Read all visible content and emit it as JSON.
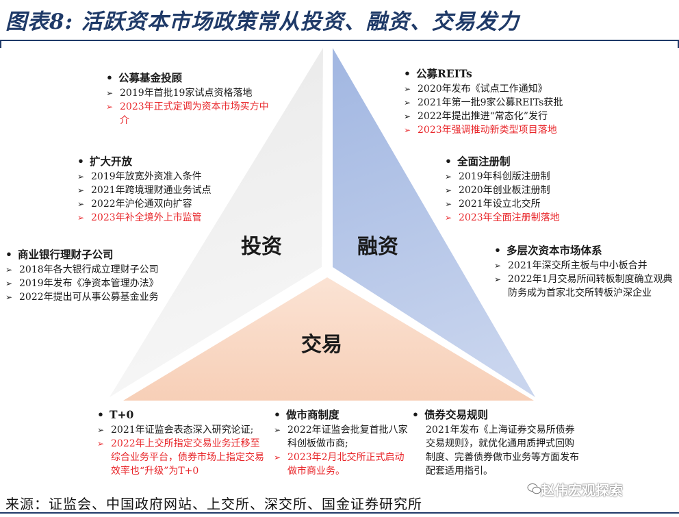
{
  "title": "图表8:  活跃资本市场政策常从投资、融资、交易发力",
  "colors": {
    "title": "#1f3a68",
    "invest": "#e6e6e6",
    "finance": "#a9bde3",
    "trade": "#f9d9c6",
    "highlight": "#e8262a"
  },
  "sections": {
    "invest": "投资",
    "finance": "融资",
    "trade": "交易"
  },
  "blocks": {
    "fund_advisory": {
      "heading": "公募基金投顾",
      "items": [
        {
          "text": "2019年首批19家试点资格落地",
          "red": false
        },
        {
          "text": "2023年正式定调为资本市场买方中介",
          "red": true
        }
      ]
    },
    "opening_up": {
      "heading": "扩大开放",
      "items": [
        {
          "text": "2019年放宽外资准入条件",
          "red": false
        },
        {
          "text": "2021年跨境理财通业务试点",
          "red": false
        },
        {
          "text": "2022年沪伦通双向扩容",
          "red": false
        },
        {
          "text": "2023年补全境外上市监管",
          "red": true
        }
      ]
    },
    "bank_wealth": {
      "heading": "商业银行理财子公司",
      "items": [
        {
          "text": "2018年各大银行成立理财子公司",
          "red": false
        },
        {
          "text": "2019年发布《净资本管理办法》",
          "red": false
        },
        {
          "text": "2022年提出可从事公募基金业务",
          "red": false
        }
      ]
    },
    "reits": {
      "heading": "公募REITs",
      "items": [
        {
          "text": "2020年发布《试点工作通知》",
          "red": false
        },
        {
          "text": "2021年第一批9家公募REITs获批",
          "red": false
        },
        {
          "text": "2022年提出推进“常态化”发行",
          "red": false
        },
        {
          "text": "2023年强调推动新类型项目落地",
          "red": true
        }
      ]
    },
    "registration": {
      "heading": "全面注册制",
      "items": [
        {
          "text": "2019年科创版注册制",
          "red": false
        },
        {
          "text": "2020年创业板注册制",
          "red": false
        },
        {
          "text": "2021年设立北交所",
          "red": false
        },
        {
          "text": "2023年全面注册制落地",
          "red": true
        }
      ]
    },
    "multi_tier": {
      "heading": "多层次资本市场体系",
      "items": [
        {
          "text": "2021年深交所主板与中小板合并",
          "red": false
        },
        {
          "text": "2022年1月交易所间转板制度确立观典防务成为首家北交所转板沪深企业",
          "red": false
        }
      ]
    },
    "t_plus_0": {
      "heading": "T+0",
      "items": [
        {
          "text": "2021年证监会表态深入研究论证;",
          "red": false
        },
        {
          "text": "2022年上交所指定交易业务迁移至综合业务平台，债券市场上指定交易效率也“升级”为T+0",
          "red": true
        }
      ]
    },
    "market_maker": {
      "heading": "做市商制度",
      "items": [
        {
          "text": "2022年证监会批复首批八家科创板做市商;",
          "red": false
        },
        {
          "text": "2023年2月北交所正式启动做市商业务。",
          "red": true
        }
      ]
    },
    "bond_rules": {
      "heading": "债券交易规则",
      "body": "2021年发布《上海证券交易所债券交易规则》，就优化通用质押式回购制度、完善债券做市业务等方面发布配套适用指引。"
    }
  },
  "source": "来源：证监会、中国政府网站、上交所、深交所、国金证券研究所",
  "watermark": "赵伟宏观探索"
}
